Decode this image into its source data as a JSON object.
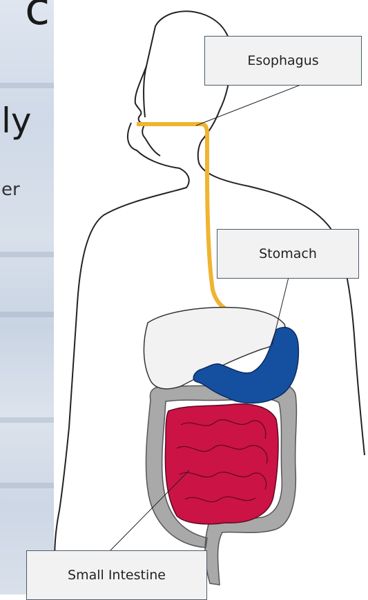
{
  "slide": {
    "title_fragment": "c",
    "heading_fragment": "ly",
    "text_fragment": "er"
  },
  "diagram": {
    "labels": {
      "esophagus": "Esophagus",
      "stomach": "Stomach",
      "small_intestine": "Small Intestine"
    },
    "colors": {
      "esophagus": "#f0b431",
      "stomach": "#1550a0",
      "small_intestine": "#cc1346",
      "large_intestine": "#a9a9a9",
      "liver": "#f2f2f2",
      "outline": "#222222"
    }
  }
}
